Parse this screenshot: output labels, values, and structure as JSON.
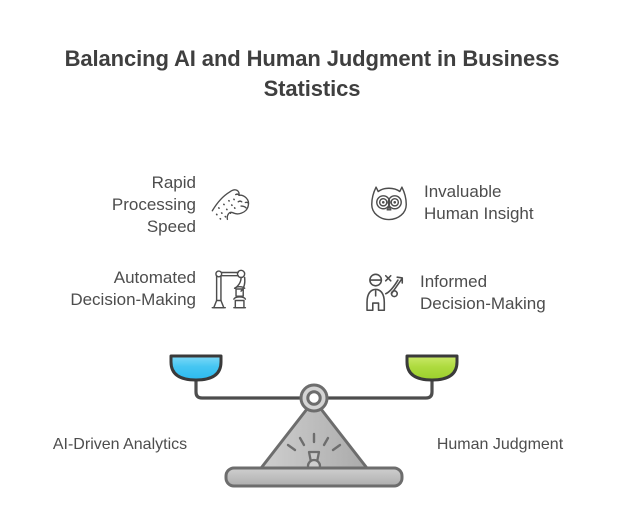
{
  "page": {
    "title": "Balancing AI and Human Judgment in Business Statistics",
    "background_color": "#ffffff",
    "text_color": "#4d4d4d",
    "title_color": "#3f3f3f"
  },
  "features": {
    "left": [
      {
        "label": "Rapid\nProcessing\nSpeed",
        "icon": "cheetah-head-icon"
      },
      {
        "label": "Automated\nDecision-Making",
        "icon": "robotic-arm-icon"
      }
    ],
    "right": [
      {
        "label": "Invaluable\nHuman Insight",
        "icon": "owl-face-icon"
      },
      {
        "label": "Informed\nDecision-Making",
        "icon": "person-percent-arrow-icon"
      }
    ]
  },
  "scale": {
    "left_pan_color": "#45c6f2",
    "right_pan_color": "#a8da3c",
    "frame_color": "#4d4d4d",
    "pedestal_color": "#b8b8b8",
    "left_label": "AI-Driven Analytics",
    "right_label": "Human Judgment"
  }
}
